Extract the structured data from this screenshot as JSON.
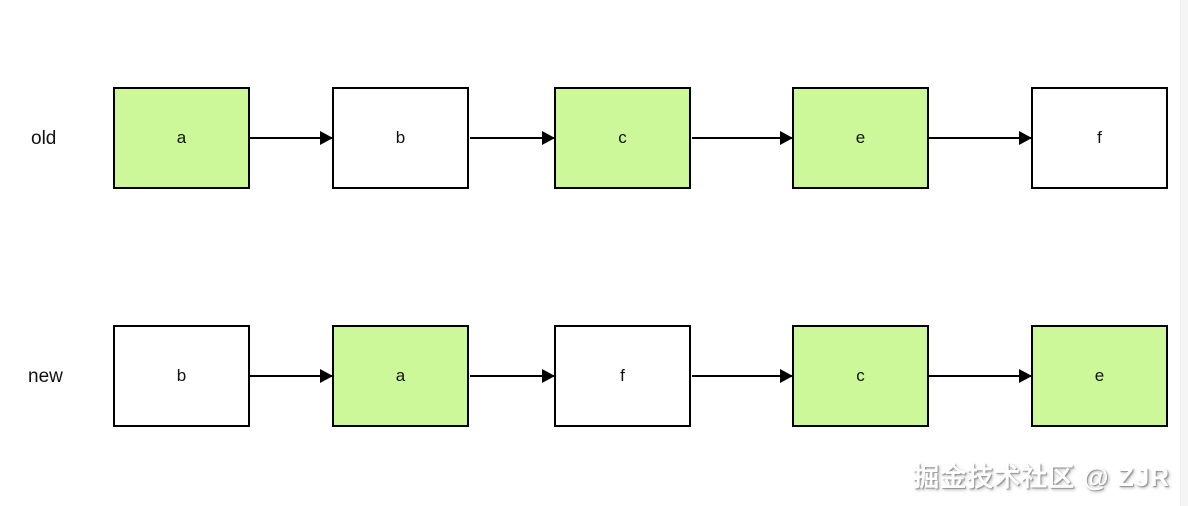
{
  "diagram": {
    "colors": {
      "highlight": "#ccf899",
      "normal": "#ffffff",
      "stroke": "#000000"
    },
    "rows": [
      {
        "label": "old",
        "nodes": [
          {
            "label": "a",
            "fill": "#ccf899"
          },
          {
            "label": "b",
            "fill": "#ffffff"
          },
          {
            "label": "c",
            "fill": "#ccf899"
          },
          {
            "label": "e",
            "fill": "#ccf899"
          },
          {
            "label": "f",
            "fill": "#ffffff"
          }
        ]
      },
      {
        "label": "new",
        "nodes": [
          {
            "label": "b",
            "fill": "#ffffff"
          },
          {
            "label": "a",
            "fill": "#ccf899"
          },
          {
            "label": "f",
            "fill": "#ffffff"
          },
          {
            "label": "c",
            "fill": "#ccf899"
          },
          {
            "label": "e",
            "fill": "#ccf899"
          }
        ]
      }
    ]
  },
  "watermark": {
    "text": "掘金技术社区 @ ZJR"
  }
}
